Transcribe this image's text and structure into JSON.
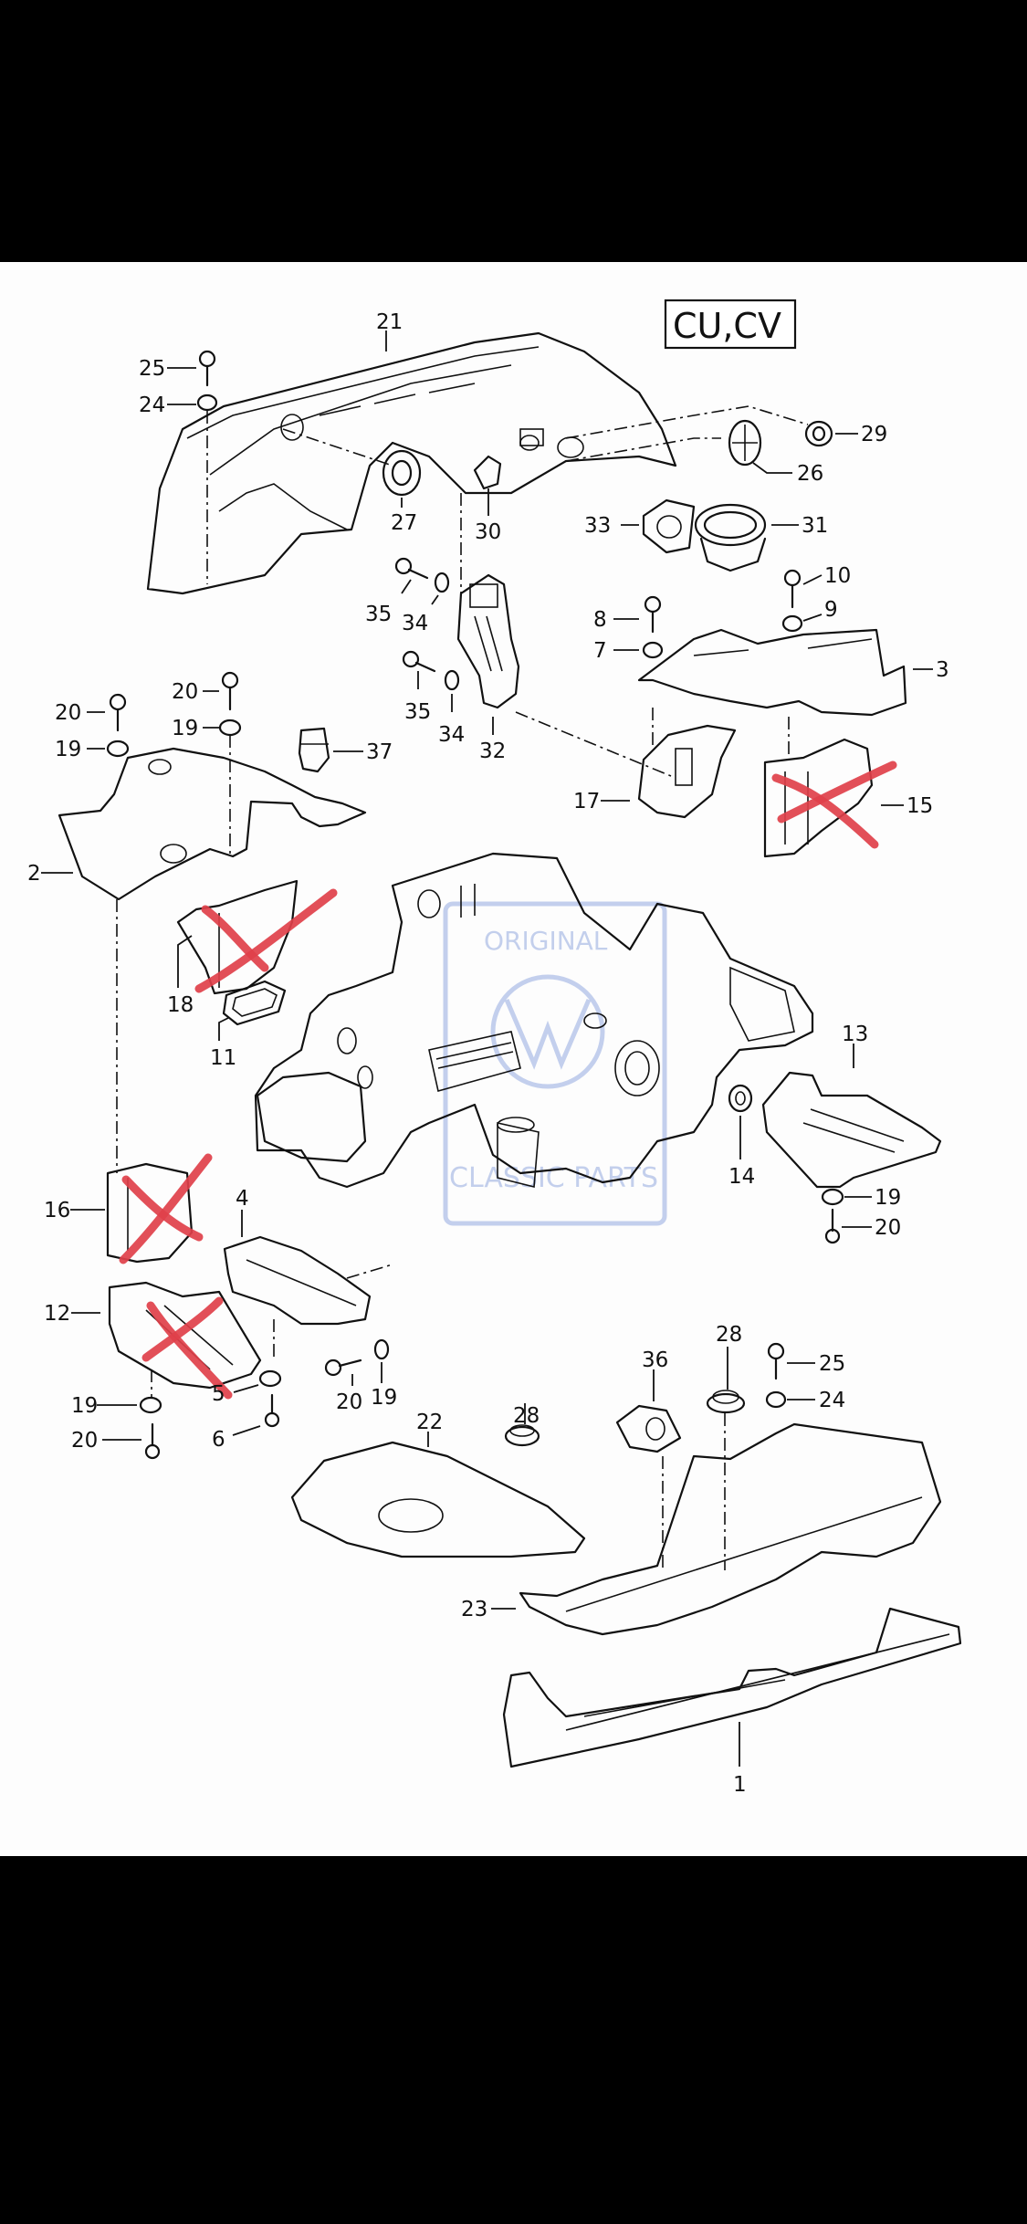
{
  "diagram": {
    "title": "Exploded parts diagram – underbody / engine compartment panels",
    "model_codes": "CU,CV",
    "watermark": {
      "line1": "ORIGINAL",
      "line2": "CLASSIC PARTS",
      "logo": "vw-logo"
    },
    "accent_colors": {
      "line": "#111111",
      "crossed_out_mark": "#e0404a",
      "watermark": "#b9c7ea"
    },
    "callouts": [
      {
        "id": "c21",
        "number": "21"
      },
      {
        "id": "c25a",
        "number": "25"
      },
      {
        "id": "c24a",
        "number": "24"
      },
      {
        "id": "c27",
        "number": "27"
      },
      {
        "id": "c30",
        "number": "30"
      },
      {
        "id": "c29",
        "number": "29"
      },
      {
        "id": "c26",
        "number": "26"
      },
      {
        "id": "c33",
        "number": "33"
      },
      {
        "id": "c31",
        "number": "31"
      },
      {
        "id": "c35a",
        "number": "35"
      },
      {
        "id": "c34a",
        "number": "34"
      },
      {
        "id": "c35b",
        "number": "35"
      },
      {
        "id": "c34b",
        "number": "34"
      },
      {
        "id": "c32",
        "number": "32"
      },
      {
        "id": "c8",
        "number": "8"
      },
      {
        "id": "c7",
        "number": "7"
      },
      {
        "id": "c10",
        "number": "10"
      },
      {
        "id": "c9",
        "number": "9"
      },
      {
        "id": "c3",
        "number": "3"
      },
      {
        "id": "c17",
        "number": "17"
      },
      {
        "id": "c15",
        "number": "15"
      },
      {
        "id": "c20a",
        "number": "20"
      },
      {
        "id": "c19a",
        "number": "19"
      },
      {
        "id": "c20b",
        "number": "20"
      },
      {
        "id": "c19b",
        "number": "19"
      },
      {
        "id": "c37",
        "number": "37"
      },
      {
        "id": "c2",
        "number": "2"
      },
      {
        "id": "c18",
        "number": "18"
      },
      {
        "id": "c11",
        "number": "11"
      },
      {
        "id": "c13",
        "number": "13"
      },
      {
        "id": "c14",
        "number": "14"
      },
      {
        "id": "c19c",
        "number": "19"
      },
      {
        "id": "c20c",
        "number": "20"
      },
      {
        "id": "c16",
        "number": "16"
      },
      {
        "id": "c4",
        "number": "4"
      },
      {
        "id": "c12",
        "number": "12"
      },
      {
        "id": "c5",
        "number": "5"
      },
      {
        "id": "c6",
        "number": "6"
      },
      {
        "id": "c20d",
        "number": "20"
      },
      {
        "id": "c19d",
        "number": "19"
      },
      {
        "id": "c19e",
        "number": "19"
      },
      {
        "id": "c20e",
        "number": "20"
      },
      {
        "id": "c22",
        "number": "22"
      },
      {
        "id": "c28a",
        "number": "28"
      },
      {
        "id": "c36",
        "number": "36"
      },
      {
        "id": "c28b",
        "number": "28"
      },
      {
        "id": "c25b",
        "number": "25"
      },
      {
        "id": "c24b",
        "number": "24"
      },
      {
        "id": "c23",
        "number": "23"
      },
      {
        "id": "c1",
        "number": "1"
      }
    ],
    "crossed_out_parts": [
      "18",
      "15",
      "16",
      "12"
    ]
  }
}
